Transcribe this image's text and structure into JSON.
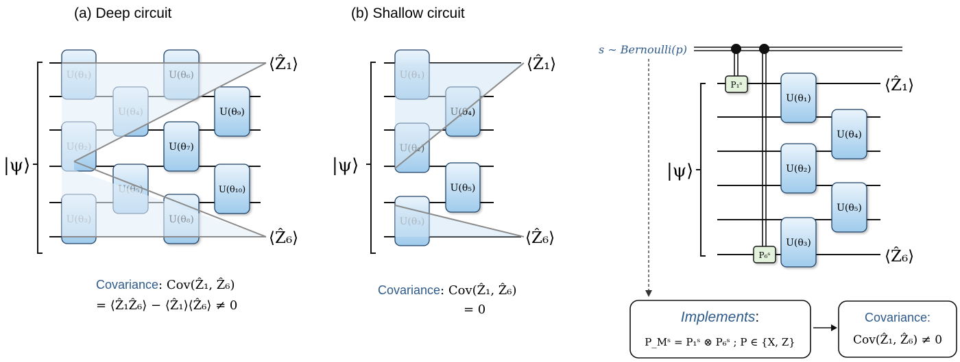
{
  "panel_a": {
    "title": "(a)  Deep circuit",
    "state": "|ψ⟩",
    "gates": [
      "U(θ₁)",
      "U(θ₂)",
      "U(θ₃)",
      "U(θ₄)",
      "U(θ₅)",
      "U(θ₆)",
      "U(θ₇)",
      "U(θ₈)",
      "U(θ₉)",
      "U(θ₁₀)"
    ],
    "out_top": "⟨Ẑ₁⟩",
    "out_bottom": "⟨Ẑ₆⟩",
    "cov_label": "Covariance",
    "cov_expr": ": Cov(Ẑ₁, Ẑ₆)",
    "cov_line2": "= ⟨Ẑ₁Ẑ₆⟩ − ⟨Ẑ₁⟩⟨Ẑ₆⟩ ≠ 0"
  },
  "panel_b": {
    "title": "(b)  Shallow circuit",
    "state": "|ψ⟩",
    "gates": [
      "U(θ₁)",
      "U(θ₂)",
      "U(θ₃)",
      "U(θ₄)",
      "U(θ₅)"
    ],
    "out_top": "⟨Ẑ₁⟩",
    "out_bottom": "⟨Ẑ₆⟩",
    "cov_label": "Covariance",
    "cov_expr": ": Cov(Ẑ₁, Ẑ₆)",
    "cov_line2": "= 0"
  },
  "panel_c": {
    "bernoulli": "s ∼ Bernoulli(p)",
    "state": "|ψ⟩",
    "p1": "P₁ˢ",
    "p6": "P₆ˢ",
    "gates": [
      "U(θ₁)",
      "U(θ₂)",
      "U(θ₃)",
      "U(θ₄)",
      "U(θ₅)"
    ],
    "out_top": "⟨Ẑ₁⟩",
    "out_bottom": "⟨Ẑ₆⟩",
    "implements_title": "Implements",
    "implements_colon": ":",
    "implements_expr": "P_Mˢ = P₁ˢ ⊗ P₆ˢ ;  P ∈ {X, Z}",
    "cov_title": "Covariance:",
    "cov_expr": "Cov(Ẑ₁, Ẑ₆) ≠ 0"
  },
  "colors": {
    "gate_fill_top": "#eaf4fc",
    "gate_fill_bottom": "#9fcbec",
    "gate_stroke": "#1f3f66",
    "accent_blue": "#2e5a8a",
    "pauli_fill": "#e4f3dc"
  }
}
